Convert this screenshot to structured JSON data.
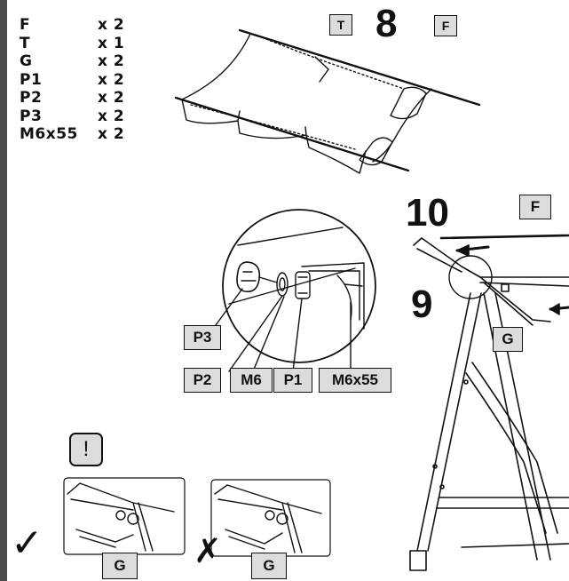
{
  "parts_list": [
    {
      "code": "F",
      "qty": "x 2"
    },
    {
      "code": "T",
      "qty": "x 1"
    },
    {
      "code": "G",
      "qty": "x 2"
    },
    {
      "code": "P1",
      "qty": "x 2"
    },
    {
      "code": "P2",
      "qty": "x 2"
    },
    {
      "code": "P3",
      "qty": "x 2"
    },
    {
      "code": "M6x55",
      "qty": "x 2"
    }
  ],
  "steps": {
    "s8": "8",
    "s10": "10",
    "s9": "9"
  },
  "labels": {
    "T": "T",
    "F_top": "F",
    "F_right": "F",
    "G_right": "G",
    "P3": "P3",
    "P2": "P2",
    "M6": "M6",
    "P1": "P1",
    "M6x55": "M6x55",
    "G_ok": "G",
    "G_bad": "G"
  },
  "warning_symbol": "!",
  "check_mark": "✓",
  "cross_mark": "✗",
  "icons": [
    "warning-icon",
    "check-icon",
    "cross-icon"
  ]
}
